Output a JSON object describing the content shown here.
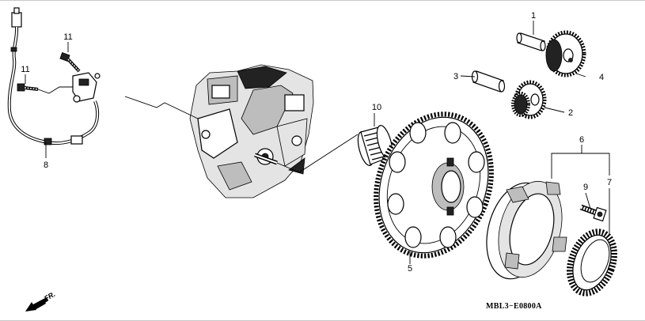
{
  "diagram": {
    "code": "MBL3−E0800A",
    "direction_label": "FR.",
    "direction_icon": "arrow-front-icon",
    "callouts": [
      "1",
      "2",
      "3",
      "4",
      "5",
      "6",
      "7",
      "8",
      "9",
      "10",
      "11",
      "11"
    ]
  }
}
